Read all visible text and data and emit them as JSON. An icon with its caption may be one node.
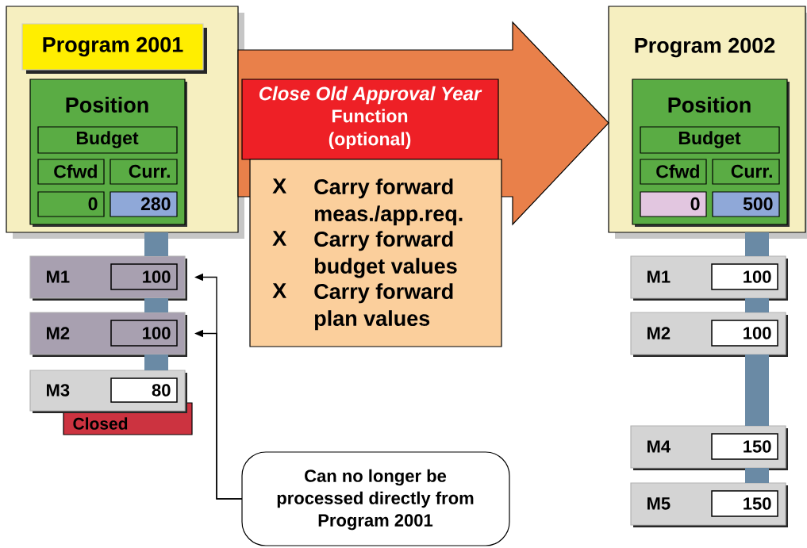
{
  "diagram": {
    "nodes": [
      {
        "text": [],
        "shape": "box"
      },
      {
        "text": [
          "Program 2001"
        ],
        "in": 0
      },
      {
        "text": [
          "Position"
        ],
        "in": 0
      },
      {
        "text": [
          "Budget"
        ],
        "in": 2
      },
      {
        "text": [
          "Cfwd"
        ],
        "in": 2
      },
      {
        "text": [
          "Curr."
        ],
        "in": 2
      },
      {
        "text": [
          "0"
        ],
        "in": 2
      },
      {
        "text": [
          "280"
        ],
        "in": 2
      },
      {
        "text": [
          "M1",
          "100"
        ]
      },
      {
        "text": [
          "M2",
          "100"
        ]
      },
      {
        "text": [
          "M3",
          "80"
        ]
      },
      {
        "text": [
          "Closed"
        ]
      },
      {
        "text": [
          "Close Old Approval Year",
          "Function (optional)"
        ]
      },
      {
        "text": [
          "X",
          "Carry forward meas./app.req.",
          "X",
          "Carry forward budget values",
          "X",
          "Carry forward plan values"
        ]
      },
      {
        "text": [
          "Can no longer be processed directly from Program 2001"
        ]
      },
      {
        "text": [
          "Program 2002"
        ]
      },
      {
        "text": [
          "Position"
        ],
        "in": 15
      },
      {
        "text": [
          "Budget"
        ],
        "in": 16
      },
      {
        "text": [
          "Cfwd"
        ],
        "in": 16
      },
      {
        "text": [
          "Curr."
        ],
        "in": 16
      },
      {
        "text": [
          "0"
        ],
        "in": 16
      },
      {
        "text": [
          "500"
        ],
        "in": 16
      },
      {
        "text": [
          "M1",
          "100"
        ]
      },
      {
        "text": [
          "M2",
          "100"
        ]
      },
      {
        "text": [
          "M4",
          "150"
        ]
      },
      {
        "text": [
          "M5",
          "150"
        ]
      }
    ],
    "edges": [
      {
        "from": 0,
        "to": 15,
        "arrow": "to",
        "style": "thick",
        "color": "#e9804a"
      },
      {
        "from": 0,
        "to": 8,
        "arrow": "none"
      },
      {
        "from": 8,
        "to": 9,
        "arrow": "none"
      },
      {
        "from": 9,
        "to": 10,
        "arrow": "none"
      },
      {
        "from": 15,
        "to": 22,
        "arrow": "none"
      },
      {
        "from": 22,
        "to": 23,
        "arrow": "none"
      },
      {
        "from": 23,
        "to": 24,
        "arrow": "none"
      },
      {
        "from": 24,
        "to": 25,
        "arrow": "none"
      },
      {
        "from": 14,
        "to": 8,
        "arrow": "to",
        "color": "#000000"
      },
      {
        "from": 14,
        "to": 9,
        "arrow": "to",
        "color": "#000000"
      }
    ]
  }
}
